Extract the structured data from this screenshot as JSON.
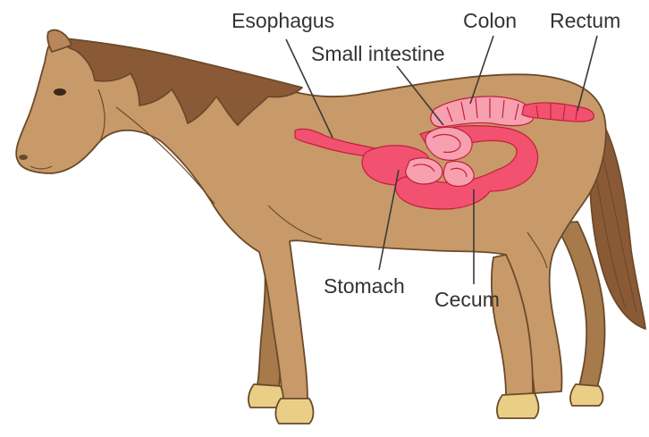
{
  "diagram": {
    "labels": {
      "esophagus": "Esophagus",
      "colon": "Colon",
      "rectum": "Rectum",
      "small_intestine": "Small intestine",
      "stomach": "Stomach",
      "cecum": "Cecum"
    },
    "colors": {
      "coat": "#c89a69",
      "coat_shadow": "#a77a4c",
      "mane": "#8a5a36",
      "hoof": "#e9cf86",
      "organ": "#f2526f",
      "organ_light": "#f7a0b0",
      "label_text": "#333333"
    }
  }
}
